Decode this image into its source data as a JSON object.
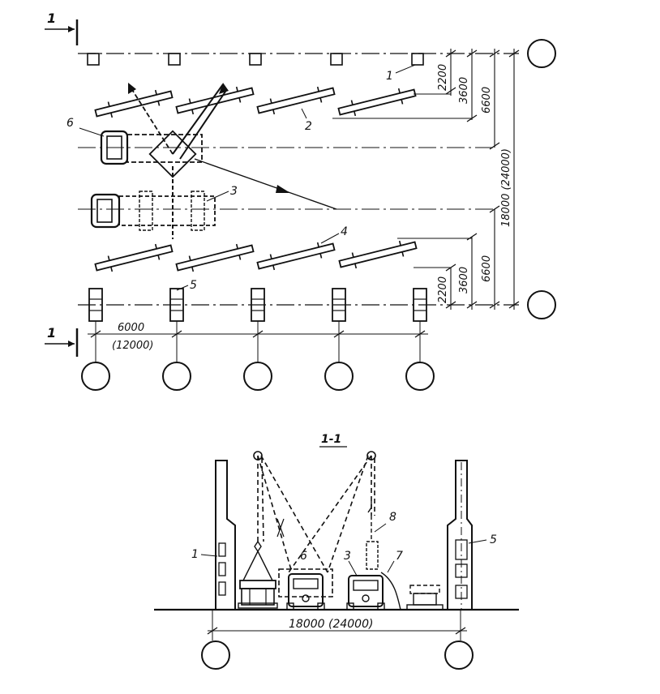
{
  "plan": {
    "section_marker": "1",
    "callouts": [
      "1",
      "2",
      "3",
      "4",
      "5",
      "6"
    ],
    "right_dims": {
      "d2200_top": "2200",
      "d3600_top": "3600",
      "d6600_top": "6600",
      "d18000": "18000 (24000)",
      "d2200_bot": "2200",
      "d3600_bot": "3600",
      "d6600_bot": "6600"
    },
    "bottom_dim": "6000",
    "bottom_dim_alt": "(12000)"
  },
  "section": {
    "title": "1-1",
    "callouts": [
      "1",
      "6",
      "3",
      "7",
      "8",
      "5"
    ],
    "span_dim": "18000 (24000)"
  }
}
